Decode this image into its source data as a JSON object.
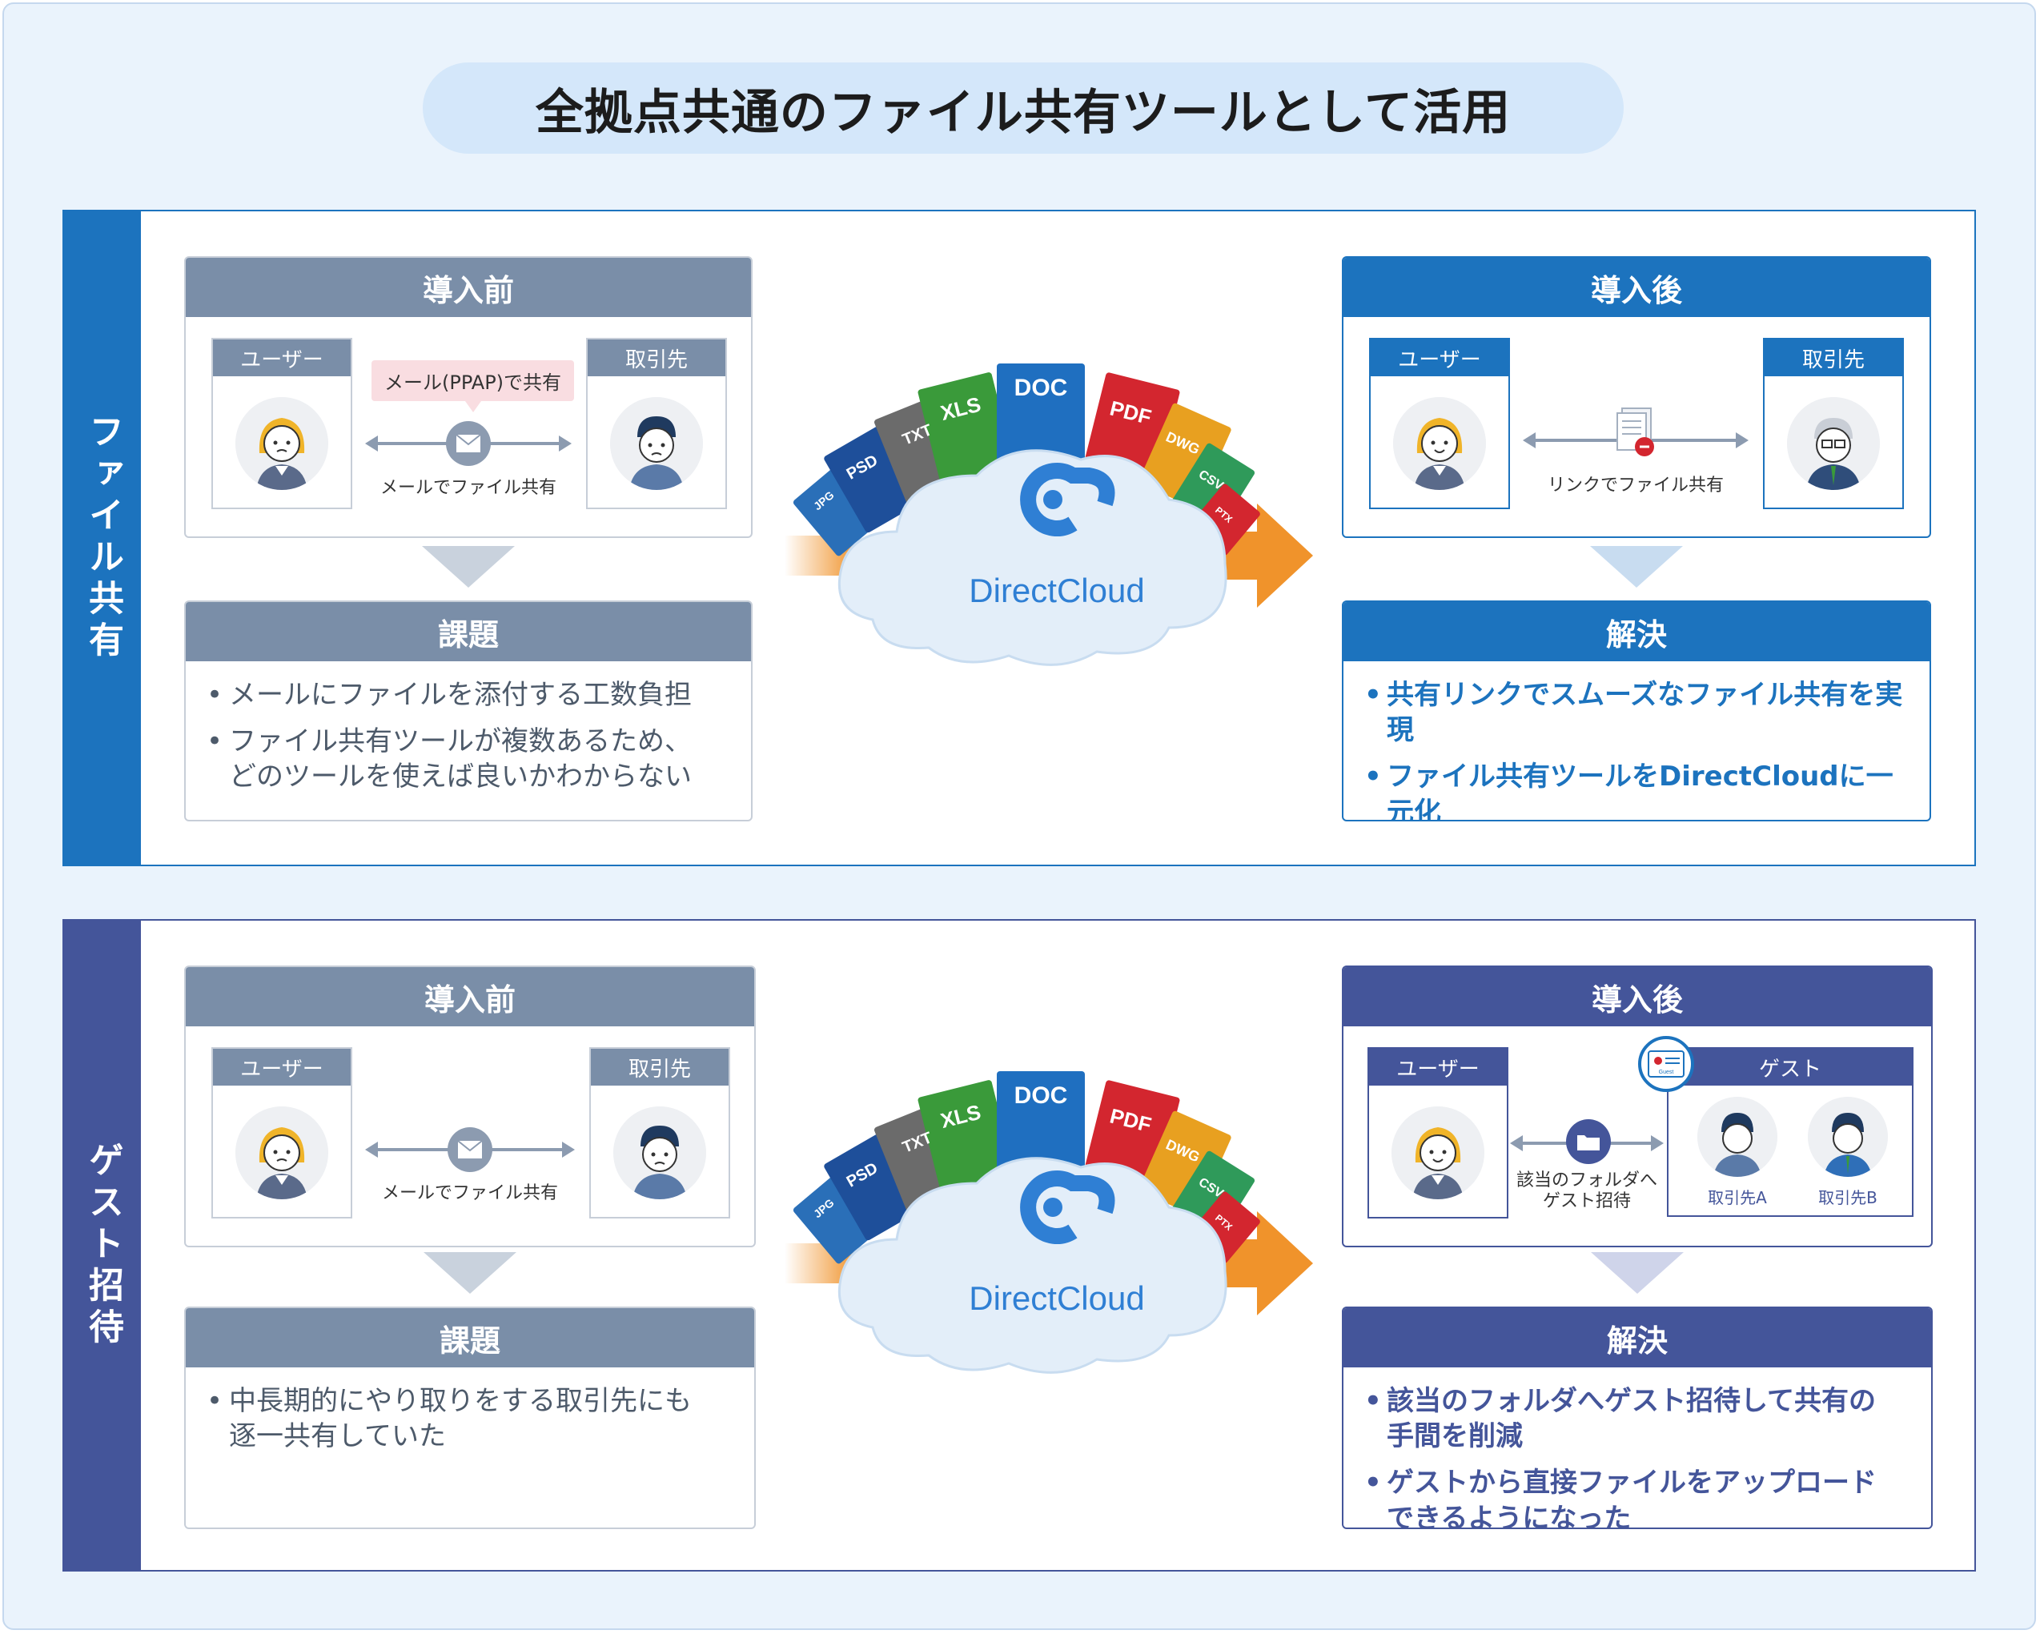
{
  "title": "全拠点共通のファイル共有ツールとして活用",
  "colors": {
    "section1": "#1c73be",
    "section2": "#44559a",
    "gray_header": "#7a8ea8",
    "arrow_orange": "#f0932b",
    "cloud_logo": "#2f7fd4"
  },
  "sections": [
    {
      "label": "ファイル共有",
      "before": {
        "header": "導入前",
        "user_label": "ユーザー",
        "partner_label": "取引先",
        "callout": "メール(PPAP)で共有",
        "flow_caption": "メールでファイル共有",
        "flow_icon": "mail-icon"
      },
      "issue": {
        "header": "課題",
        "bullets": [
          [
            "メールにファイルを添付する工数負担"
          ],
          [
            "ファイル共有ツールが複数あるため、",
            "どのツールを使えば良いかわからない"
          ]
        ]
      },
      "cloud": {
        "logo_text": "DirectCloud",
        "file_types": [
          "JPG",
          "PSD",
          "TXT",
          "XLS",
          "DOC",
          "PDF",
          "DWG",
          "CSV",
          "PTX"
        ]
      },
      "after": {
        "header": "導入後",
        "user_label": "ユーザー",
        "partner_label": "取引先",
        "flow_caption": "リンクでファイル共有",
        "flow_icon": "link-document-icon"
      },
      "solution": {
        "header": "解決",
        "bullets": [
          [
            "共有リンクでスムーズなファイル共有を実現"
          ],
          [
            "ファイル共有ツールをDirectCloudに一元化"
          ]
        ]
      }
    },
    {
      "label": "ゲスト招待",
      "before": {
        "header": "導入前",
        "user_label": "ユーザー",
        "partner_label": "取引先",
        "flow_caption": "メールでファイル共有",
        "flow_icon": "mail-icon"
      },
      "issue": {
        "header": "課題",
        "bullets": [
          [
            "中長期的にやり取りをする取引先にも",
            "逐一共有していた"
          ]
        ]
      },
      "cloud": {
        "logo_text": "DirectCloud",
        "file_types": [
          "JPG",
          "PSD",
          "TXT",
          "XLS",
          "DOC",
          "PDF",
          "DWG",
          "CSV",
          "PTX"
        ]
      },
      "after": {
        "header": "導入後",
        "user_label": "ユーザー",
        "guest_label": "ゲスト",
        "guest_badge_text": "Guest",
        "flow_caption_1": "該当のフォルダへ",
        "flow_caption_2": "ゲスト招待",
        "flow_icon": "folder-icon",
        "guests": [
          "取引先A",
          "取引先B"
        ]
      },
      "solution": {
        "header": "解決",
        "bullets": [
          [
            "該当のフォルダへゲスト招待して共有の",
            "手間を削減"
          ],
          [
            "ゲストから直接ファイルをアップロード",
            "できるようになった"
          ]
        ]
      }
    }
  ]
}
